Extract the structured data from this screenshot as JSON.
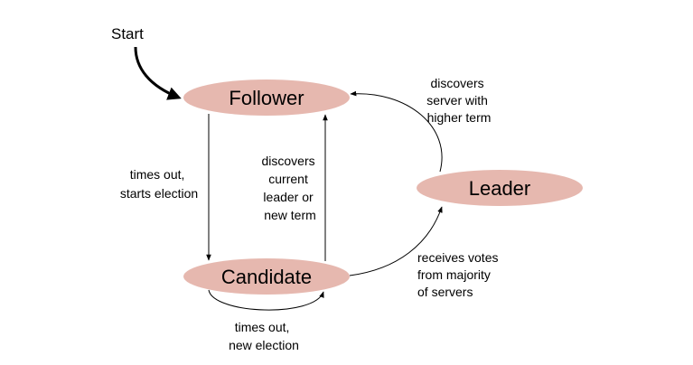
{
  "start_label": "Start",
  "nodes": {
    "follower": "Follower",
    "candidate": "Candidate",
    "leader": "Leader"
  },
  "edges": {
    "follower_to_candidate": [
      "times out,",
      "starts election"
    ],
    "candidate_to_follower": [
      "discovers",
      "current",
      "leader or",
      "new term"
    ],
    "candidate_self_loop": [
      "times out,",
      "new election"
    ],
    "candidate_to_leader": [
      "receives votes",
      "from majority",
      "of servers"
    ],
    "leader_to_follower": [
      "discovers",
      "server with",
      "higher term"
    ]
  }
}
